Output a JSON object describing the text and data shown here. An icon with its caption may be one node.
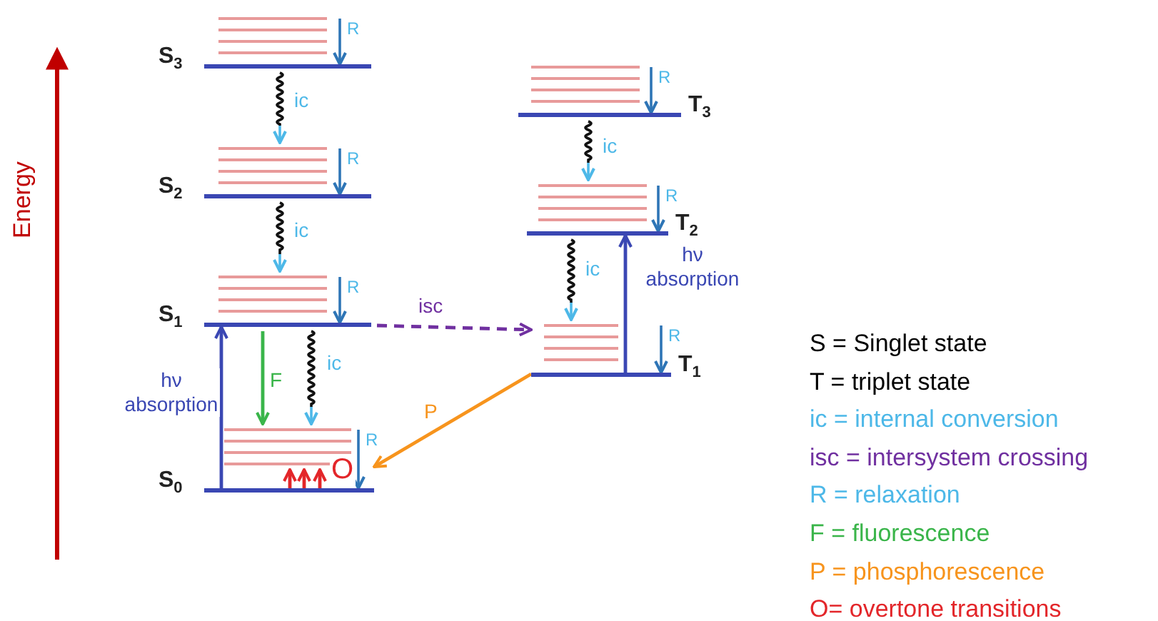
{
  "diagram": {
    "nodes": [
      {
        "text": [
          "S$_{3}$"
        ]
      },
      {
        "text": [
          "S$_{2}$"
        ]
      },
      {
        "text": [
          "S$_{1}$"
        ]
      },
      {
        "text": [
          "S$_{0}$"
        ]
      },
      {
        "text": [
          "T$_{3}$"
        ]
      },
      {
        "text": [
          "T$_{2}$"
        ]
      },
      {
        "text": [
          "T$_{1}$"
        ]
      },
      {
        "text": [],
        "shape": "bar",
        "in": 0
      },
      {
        "text": [],
        "shape": "bar",
        "in": 1
      },
      {
        "text": [],
        "shape": "bar",
        "in": 2
      },
      {
        "text": [],
        "shape": "bar",
        "in": 3
      },
      {
        "text": [],
        "shape": "bar",
        "in": 4
      },
      {
        "text": [],
        "shape": "bar",
        "in": 5
      },
      {
        "text": [],
        "shape": "bar",
        "in": 6
      }
    ],
    "edges": [
      {
        "from": 0,
        "to": 1,
        "arrow": "to",
        "label": "ic",
        "color": "#4db8e8"
      },
      {
        "from": 1,
        "to": 2,
        "arrow": "to",
        "label": "ic",
        "color": "#4db8e8"
      },
      {
        "from": 2,
        "to": 3,
        "arrow": "to",
        "label": "ic",
        "color": "#4db8e8"
      },
      {
        "from": 3,
        "to": 2,
        "arrow": "to",
        "label": "hν absorption",
        "color": "#3a47b3"
      },
      {
        "from": 2,
        "to": 3,
        "arrow": "to",
        "label": "F",
        "color": "#3ab54a"
      },
      {
        "from": 2,
        "to": 6,
        "arrow": "to",
        "label": "isc",
        "style": "dashed",
        "color": "#7030a0"
      },
      {
        "from": 6,
        "to": 3,
        "arrow": "to",
        "label": "P",
        "color": "#f7941d"
      },
      {
        "from": 4,
        "to": 5,
        "arrow": "to",
        "label": "ic",
        "color": "#4db8e8"
      },
      {
        "from": 5,
        "to": 6,
        "arrow": "to",
        "label": "ic",
        "color": "#4db8e8"
      },
      {
        "from": 6,
        "to": 5,
        "arrow": "to",
        "label": "hν absorption",
        "color": "#3a47b3"
      },
      {
        "from": null,
        "to": 0,
        "arrow": "to",
        "label": "R",
        "color": "#2e75b6"
      },
      {
        "from": null,
        "to": 1,
        "arrow": "to",
        "label": "R",
        "color": "#2e75b6"
      },
      {
        "from": null,
        "to": 2,
        "arrow": "to",
        "label": "R",
        "color": "#2e75b6"
      },
      {
        "from": null,
        "to": 3,
        "arrow": "to",
        "label": "R",
        "color": "#2e75b6"
      },
      {
        "from": null,
        "to": 4,
        "arrow": "to",
        "label": "R",
        "color": "#2e75b6"
      },
      {
        "from": null,
        "to": 5,
        "arrow": "to",
        "label": "R",
        "color": "#2e75b6"
      },
      {
        "from": null,
        "to": 6,
        "arrow": "to",
        "label": "R",
        "color": "#2e75b6"
      },
      {
        "from": 3,
        "to": 10,
        "arrow": "to",
        "color": "#e3262a"
      },
      {
        "from": 3,
        "to": 10,
        "arrow": "to",
        "color": "#e3262a"
      },
      {
        "from": 3,
        "to": 10,
        "arrow": "to",
        "label": "O",
        "color": "#e3262a"
      }
    ],
    "labels": [
      "Energy"
    ],
    "legend": [
      {
        "text": "S = Singlet state",
        "color": "#000000"
      },
      {
        "text": "T = triplet state",
        "color": "#000000"
      },
      {
        "text": "ic = internal conversion",
        "color": "#4db8e8"
      },
      {
        "text": "isc = intersystem crossing",
        "color": "#7030a0"
      },
      {
        "text": "R = relaxation",
        "color": "#4db8e8"
      },
      {
        "text": "F = fluorescence",
        "color": "#3ab54a"
      },
      {
        "text": "P = phosphorescence",
        "color": "#f7941d"
      },
      {
        "text": "O= overtone transitions",
        "color": "#e3262a"
      }
    ]
  }
}
